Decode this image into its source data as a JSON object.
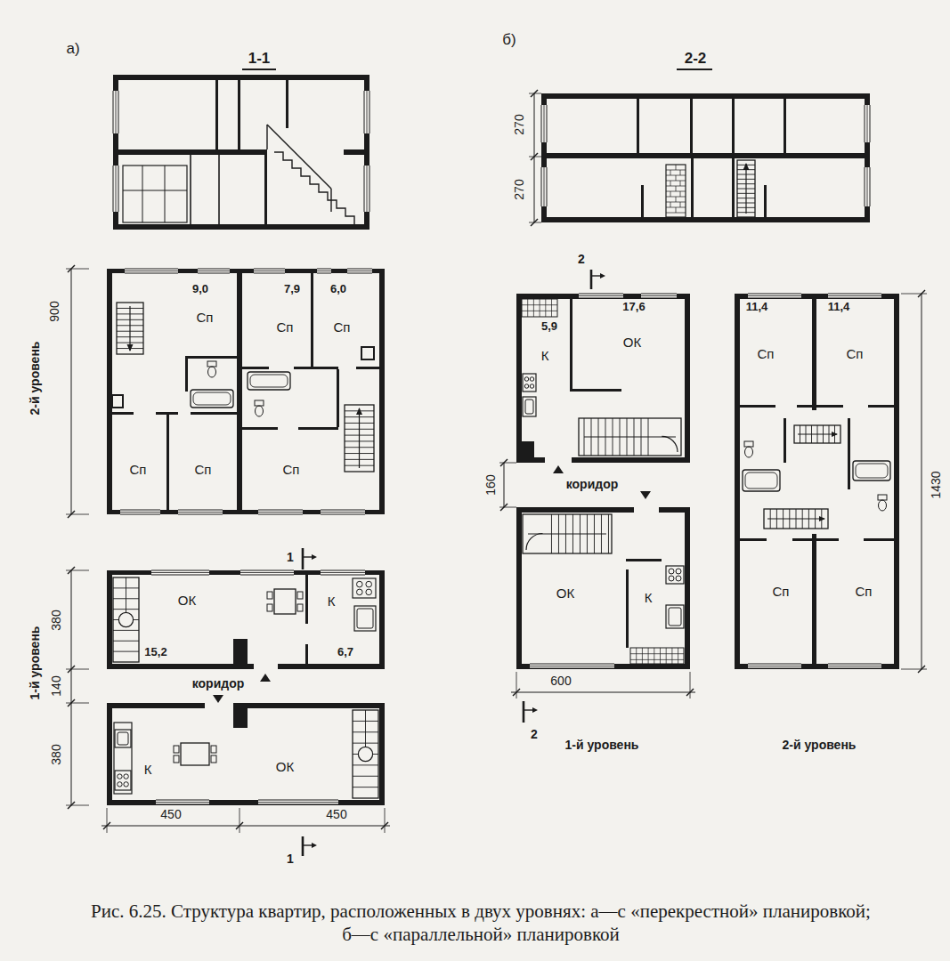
{
  "diagram": {
    "caption": "Рис. 6.25. Структура квартир, расположенных в двух уровнях: а—с «перекрестной» планировкой; б—с «параллельной» планировкой",
    "labels": [
      "а)",
      "1-1",
      "9,0",
      "7,9",
      "6,0",
      "Сп",
      "Сп",
      "Сп",
      "Сп",
      "Сп",
      "Сп",
      "900",
      "2-й уровень",
      "ОК",
      "15,2",
      "К",
      "6,7",
      "коридор",
      "К",
      "ОК",
      "380",
      "140",
      "380",
      "1-й уровень",
      "450",
      "450",
      "1",
      "1",
      "б)",
      "2-2",
      "270",
      "270",
      "2",
      "5,9",
      "К",
      "17,6",
      "ОК",
      "160",
      "коридор",
      "ОК",
      "К",
      "600",
      "2",
      "1-й уровень",
      "11,4",
      "11,4",
      "Сп",
      "Сп",
      "Сп",
      "Сп",
      "1430",
      "2-й уровень"
    ]
  }
}
